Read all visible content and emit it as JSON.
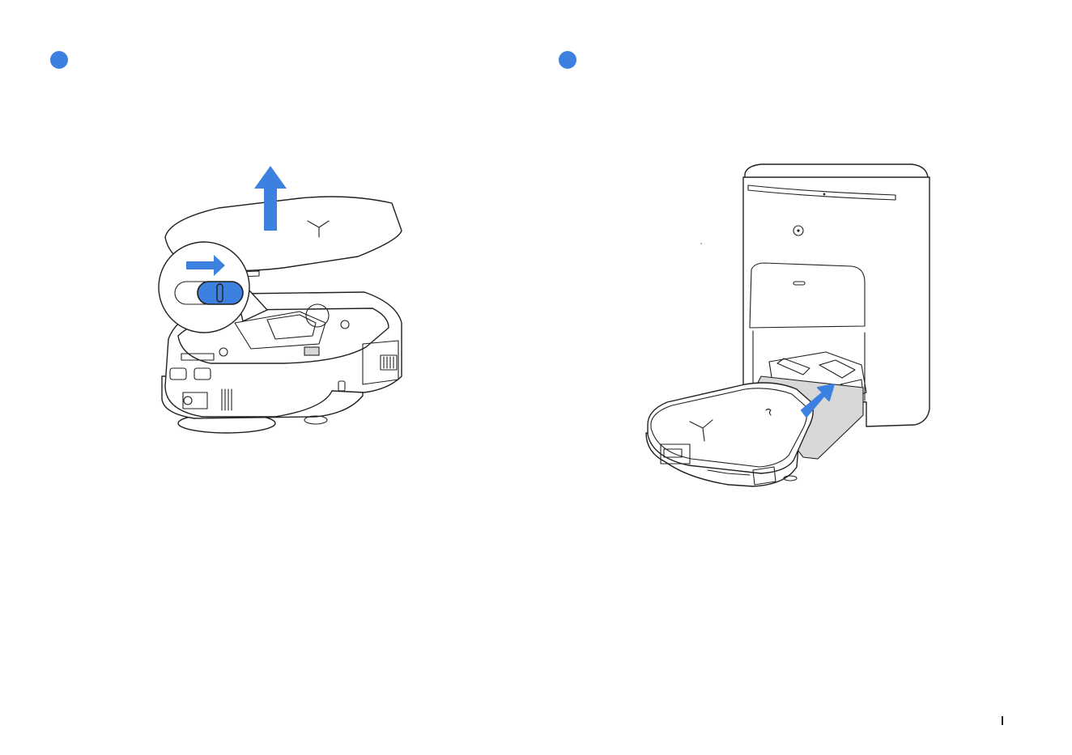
{
  "colors": {
    "accent": "#3c80e0",
    "line": "#231f20",
    "background": "#ffffff"
  },
  "steps": [
    {
      "icon": "step-marker-dot",
      "illustration": "robot-lift-top-cover-and-slide-latch"
    },
    {
      "icon": "step-marker-dot",
      "illustration": "robot-insert-into-station"
    }
  ]
}
